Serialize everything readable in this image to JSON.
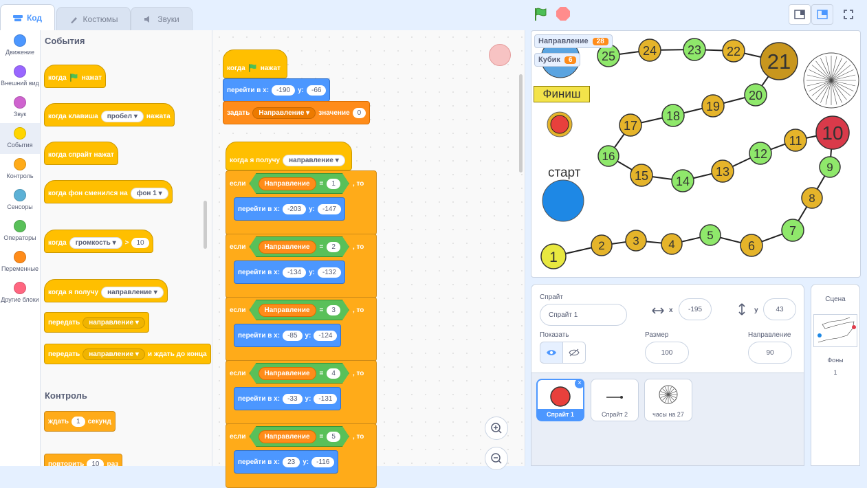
{
  "tabs": {
    "code": "Код",
    "costumes": "Костюмы",
    "sounds": "Звуки"
  },
  "categories": [
    {
      "label": "Движение",
      "color": "#4c97ff"
    },
    {
      "label": "Внешний вид",
      "color": "#9966ff"
    },
    {
      "label": "Звук",
      "color": "#cf63cf"
    },
    {
      "label": "События",
      "color": "#ffd500"
    },
    {
      "label": "Контроль",
      "color": "#ffab19"
    },
    {
      "label": "Сенсоры",
      "color": "#5cb1d6"
    },
    {
      "label": "Операторы",
      "color": "#59c059"
    },
    {
      "label": "Переменные",
      "color": "#ff8c1a"
    },
    {
      "label": "Другие блоки",
      "color": "#ff6680"
    }
  ],
  "palette": {
    "events_title": "События",
    "control_title": "Контроль",
    "when_flag": "когда",
    "clicked": "нажат",
    "when_key": "когда клавиша",
    "key_option": "пробел",
    "key_pressed": "нажата",
    "when_sprite_clicked": "когда спрайт нажат",
    "when_backdrop": "когда фон сменился на",
    "backdrop_option": "фон 1",
    "when_loudness": "когда",
    "loudness_option": "громкость",
    "gt": ">",
    "loudness_value": "10",
    "when_receive": "когда я получу",
    "receive_option": "направление",
    "broadcast": "передать",
    "broadcast_option": "направление",
    "broadcast_wait": "передать",
    "broadcast_wait_option": "направление",
    "broadcast_wait_suffix": "и ждать до конца",
    "wait": "ждать",
    "wait_value": "1",
    "wait_unit": "секунд",
    "repeat": "повторить",
    "repeat_value": "10",
    "repeat_unit": "раз"
  },
  "script": {
    "when_flag": "когда",
    "clicked": "нажат",
    "goto": "перейти в x:",
    "x1": "-190",
    "y_label": "y:",
    "y1": "-66",
    "set": "задать",
    "set_var": "Направление",
    "set_value_label": "значение",
    "set_value": "0",
    "when_receive": "когда я получу",
    "receive_option": "направление",
    "if_label": "если",
    "then_label": ", то",
    "eq": "=",
    "var": "Направление",
    "conditions": [
      {
        "value": "1",
        "x": "-203",
        "y": "-147"
      },
      {
        "value": "2",
        "x": "-134",
        "y": "-132"
      },
      {
        "value": "3",
        "x": "-85",
        "y": "-124"
      },
      {
        "value": "4",
        "x": "-33",
        "y": "-131"
      },
      {
        "value": "5",
        "x": "23",
        "y": "-116"
      }
    ]
  },
  "stage": {
    "monitor1_label": "Направление",
    "monitor1_value": "28",
    "monitor2_label": "Кубик",
    "monitor2_value": "6",
    "finish": "Финиш",
    "start": "старт",
    "nodes": [
      "1",
      "2",
      "3",
      "4",
      "5",
      "6",
      "7",
      "8",
      "9",
      "10",
      "11",
      "12",
      "13",
      "14",
      "15",
      "16",
      "17",
      "18",
      "19",
      "20",
      "21",
      "22",
      "23",
      "24",
      "25"
    ]
  },
  "sprite_info": {
    "sprite_label": "Спрайт",
    "sprite_name": "Спрайт 1",
    "x_label": "x",
    "x": "-195",
    "y_label": "y",
    "y": "43",
    "show_label": "Показать",
    "size_label": "Размер",
    "size": "100",
    "direction_label": "Направление",
    "direction": "90"
  },
  "sprites": [
    {
      "name": "Спрайт 1"
    },
    {
      "name": "Спрайт 2"
    },
    {
      "name": "часы на 27"
    }
  ],
  "stage_panel": {
    "title": "Сцена",
    "backdrops_label": "Фоны",
    "backdrops_count": "1"
  }
}
